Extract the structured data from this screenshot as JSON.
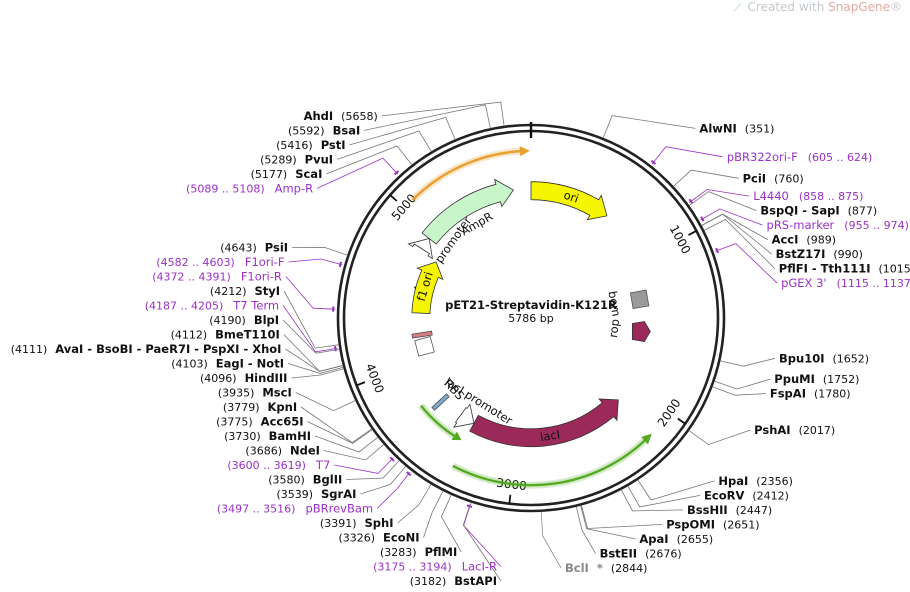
{
  "watermark": {
    "prefix": "Created with ",
    "brand": "SnapGene",
    "suffix": "®",
    "icon": "snapgene-logo-icon"
  },
  "plasmid": {
    "name": "pET21-Streptavidin-K121R",
    "size_label": "5786 bp",
    "length": 5786
  },
  "ticks": [
    {
      "pos": 1000,
      "label": "1000"
    },
    {
      "pos": 2000,
      "label": "2000"
    },
    {
      "pos": 3000,
      "label": "3000"
    },
    {
      "pos": 4000,
      "label": "4000"
    },
    {
      "pos": 5000,
      "label": "5000"
    }
  ],
  "sites": [
    {
      "pos": 351,
      "name": "AlwNI",
      "pos_label": "(351)",
      "side": "right"
    },
    {
      "pos": 760,
      "name": "PciI",
      "pos_label": "(760)",
      "side": "right"
    },
    {
      "pos": 877,
      "name": "BspQI - SapI",
      "pos_label": "(877)",
      "side": "right"
    },
    {
      "pos": 989,
      "name": "AccI",
      "pos_label": "(989)",
      "side": "right"
    },
    {
      "pos": 990,
      "name": "BstZ17I",
      "pos_label": "(990)",
      "side": "right"
    },
    {
      "pos": 1015,
      "name": "PflFI - Tth111I",
      "pos_label": "(1015)",
      "side": "right"
    },
    {
      "pos": 1652,
      "name": "Bpu10I",
      "pos_label": "(1652)",
      "side": "right"
    },
    {
      "pos": 1752,
      "name": "PpuMI",
      "pos_label": "(1752)",
      "side": "right"
    },
    {
      "pos": 1780,
      "name": "FspAI",
      "pos_label": "(1780)",
      "side": "right"
    },
    {
      "pos": 2017,
      "name": "PshAI",
      "pos_label": "(2017)",
      "side": "right"
    },
    {
      "pos": 2356,
      "name": "HpaI",
      "pos_label": "(2356)",
      "side": "right"
    },
    {
      "pos": 2412,
      "name": "EcoRV",
      "pos_label": "(2412)",
      "side": "right"
    },
    {
      "pos": 2447,
      "name": "BssHII",
      "pos_label": "(2447)",
      "side": "right"
    },
    {
      "pos": 2651,
      "name": "PspOMI",
      "pos_label": "(2651)",
      "side": "right"
    },
    {
      "pos": 2655,
      "name": "ApaI",
      "pos_label": "(2655)",
      "side": "right"
    },
    {
      "pos": 2676,
      "name": "BstEII",
      "pos_label": "(2676)",
      "side": "right"
    },
    {
      "pos": 2844,
      "name": "BclI",
      "marker": "*",
      "pos_label": "(2844)",
      "side": "right",
      "muted": true
    },
    {
      "pos": 3182,
      "name": "BstAPI",
      "pos_label": "(3182)",
      "side": "left"
    },
    {
      "pos": 3283,
      "name": "PflMI",
      "pos_label": "(3283)",
      "side": "left"
    },
    {
      "pos": 3326,
      "name": "EcoNI",
      "pos_label": "(3326)",
      "side": "left"
    },
    {
      "pos": 3391,
      "name": "SphI",
      "pos_label": "(3391)",
      "side": "left"
    },
    {
      "pos": 3539,
      "name": "SgrAI",
      "pos_label": "(3539)",
      "side": "left"
    },
    {
      "pos": 3580,
      "name": "BglII",
      "pos_label": "(3580)",
      "side": "left"
    },
    {
      "pos": 3686,
      "name": "NdeI",
      "pos_label": "(3686)",
      "side": "left"
    },
    {
      "pos": 3730,
      "name": "BamHI",
      "pos_label": "(3730)",
      "side": "left"
    },
    {
      "pos": 3775,
      "name": "Acc65I",
      "pos_label": "(3775)",
      "side": "left"
    },
    {
      "pos": 3779,
      "name": "KpnI",
      "pos_label": "(3779)",
      "side": "left"
    },
    {
      "pos": 3935,
      "name": "MscI",
      "pos_label": "(3935)",
      "side": "left"
    },
    {
      "pos": 4096,
      "name": "HindIII",
      "pos_label": "(4096)",
      "side": "left"
    },
    {
      "pos": 4103,
      "name": "EagI - NotI",
      "pos_label": "(4103)",
      "side": "left"
    },
    {
      "pos": 4111,
      "name": "AvaI - BsoBI - PaeR7I - PspXI - XhoI",
      "pos_label": "(4111)",
      "side": "left",
      "pos_first": true
    },
    {
      "pos": 4112,
      "name": "BmeT110I",
      "pos_label": "(4112)",
      "side": "left"
    },
    {
      "pos": 4190,
      "name": "BlpI",
      "pos_label": "(4190)",
      "side": "left"
    },
    {
      "pos": 4212,
      "name": "StyI",
      "pos_label": "(4212)",
      "side": "left"
    },
    {
      "pos": 4643,
      "name": "PsiI",
      "pos_label": "(4643)",
      "side": "left"
    },
    {
      "pos": 5177,
      "name": "ScaI",
      "pos_label": "(5177)",
      "side": "left"
    },
    {
      "pos": 5289,
      "name": "PvuI",
      "pos_label": "(5289)",
      "side": "left"
    },
    {
      "pos": 5416,
      "name": "PstI",
      "pos_label": "(5416)",
      "side": "left"
    },
    {
      "pos": 5592,
      "name": "BsaI",
      "pos_label": "(5592)",
      "side": "left"
    },
    {
      "pos": 5658,
      "name": "AhdI",
      "pos_label": "(5658)",
      "side": "left",
      "name_first": true
    }
  ],
  "primers": [
    {
      "pos": 614,
      "name": "pBR322ori-F",
      "range_label": "(605 .. 624)",
      "side": "right"
    },
    {
      "pos": 866,
      "name": "L4440",
      "range_label": "(858 .. 875)",
      "side": "right"
    },
    {
      "pos": 964,
      "name": "pRS-marker",
      "range_label": "(955 .. 974)",
      "side": "right"
    },
    {
      "pos": 1126,
      "name": "pGEX 3'",
      "range_label": "(1115 .. 1137)",
      "side": "right"
    },
    {
      "pos": 3184,
      "name": "LacI-R",
      "range_label": "(3175 .. 3194)",
      "side": "left"
    },
    {
      "pos": 3506,
      "name": "pBRrevBam",
      "range_label": "(3497 .. 3516)",
      "side": "left"
    },
    {
      "pos": 3609,
      "name": "T7",
      "range_label": "(3600 .. 3619)",
      "side": "left"
    },
    {
      "pos": 4196,
      "name": "T7 Term",
      "range_label": "(4187 .. 4205)",
      "side": "left"
    },
    {
      "pos": 4381,
      "name": "F1ori-R",
      "range_label": "(4372 .. 4391)",
      "side": "left"
    },
    {
      "pos": 4592,
      "name": "F1ori-F",
      "range_label": "(4582 .. 4603)",
      "side": "left"
    },
    {
      "pos": 5098,
      "name": "Amp-R",
      "range_label": "(5089 .. 5108)",
      "side": "left"
    }
  ],
  "features": [
    {
      "name": "ori",
      "label": "ori",
      "color": "#f5f500",
      "start": 5786,
      "end": 6375,
      "radius": 0.67,
      "dir": 1,
      "label_inside": true
    },
    {
      "name": "bom",
      "label": "bom",
      "color": "#9a9a9a",
      "shape": "box",
      "pos": 1290,
      "radius": 0.58
    },
    {
      "name": "rop",
      "label": "rop",
      "color": "#9b2a5a",
      "shape": "arrow-small",
      "pos": 1560,
      "radius": 0.58
    },
    {
      "name": "lacI",
      "label": "lacI",
      "color": "#9b2a5a",
      "start": 3350,
      "end": 2140,
      "radius": 0.63,
      "dir": -1,
      "label_inside": true
    },
    {
      "name": "lacI-promoter",
      "label": "lacI promoter",
      "color": "#ffffff",
      "start": 3470,
      "end": 3350,
      "radius": 0.63,
      "dir": -1
    },
    {
      "name": "lacI-outer-arc",
      "label": "",
      "color": "#55aa22",
      "start": 3340,
      "end": 2150,
      "radius": 0.88,
      "dir": -1,
      "thin": true
    },
    {
      "name": "lacI-inner-arc",
      "label": "",
      "color": "#55aa22",
      "start": 3720,
      "end": 3370,
      "radius": 0.74,
      "dir": -1,
      "thin": true
    },
    {
      "name": "AmpR",
      "label": "AmpR",
      "color": "#c9f5cb",
      "start": 4950,
      "end": 5660,
      "radius": 0.68,
      "dir": 1,
      "label_inside": false
    },
    {
      "name": "AmpR-promoter",
      "label": "AmpR promoter",
      "color": "#ffffff",
      "start": 4860,
      "end": 4950,
      "radius": 0.68,
      "dir": 1
    },
    {
      "name": "f1-ori",
      "label": "f1 ori",
      "color": "#f5f500",
      "start": 4380,
      "end": 4830,
      "radius": 0.58,
      "dir": 1,
      "label_inside": true
    },
    {
      "name": "outer-orange-arc",
      "label": "",
      "color": "#e8a030",
      "start": 5060,
      "end": 5780,
      "radius": 0.88,
      "dir": 1,
      "thin": true
    },
    {
      "name": "RBS",
      "label": "RBS",
      "color": "#7fa7c8",
      "shape": "marker",
      "pos": 3650,
      "radius": 0.65
    },
    {
      "name": "T7-promoter-box",
      "label": "",
      "color": "#ffffff",
      "shape": "box",
      "pos": 4100,
      "radius": 0.58
    },
    {
      "name": "lac-operator-mark",
      "label": "",
      "color": "#d08080",
      "shape": "marker",
      "pos": 4200,
      "radius": 0.58
    }
  ]
}
